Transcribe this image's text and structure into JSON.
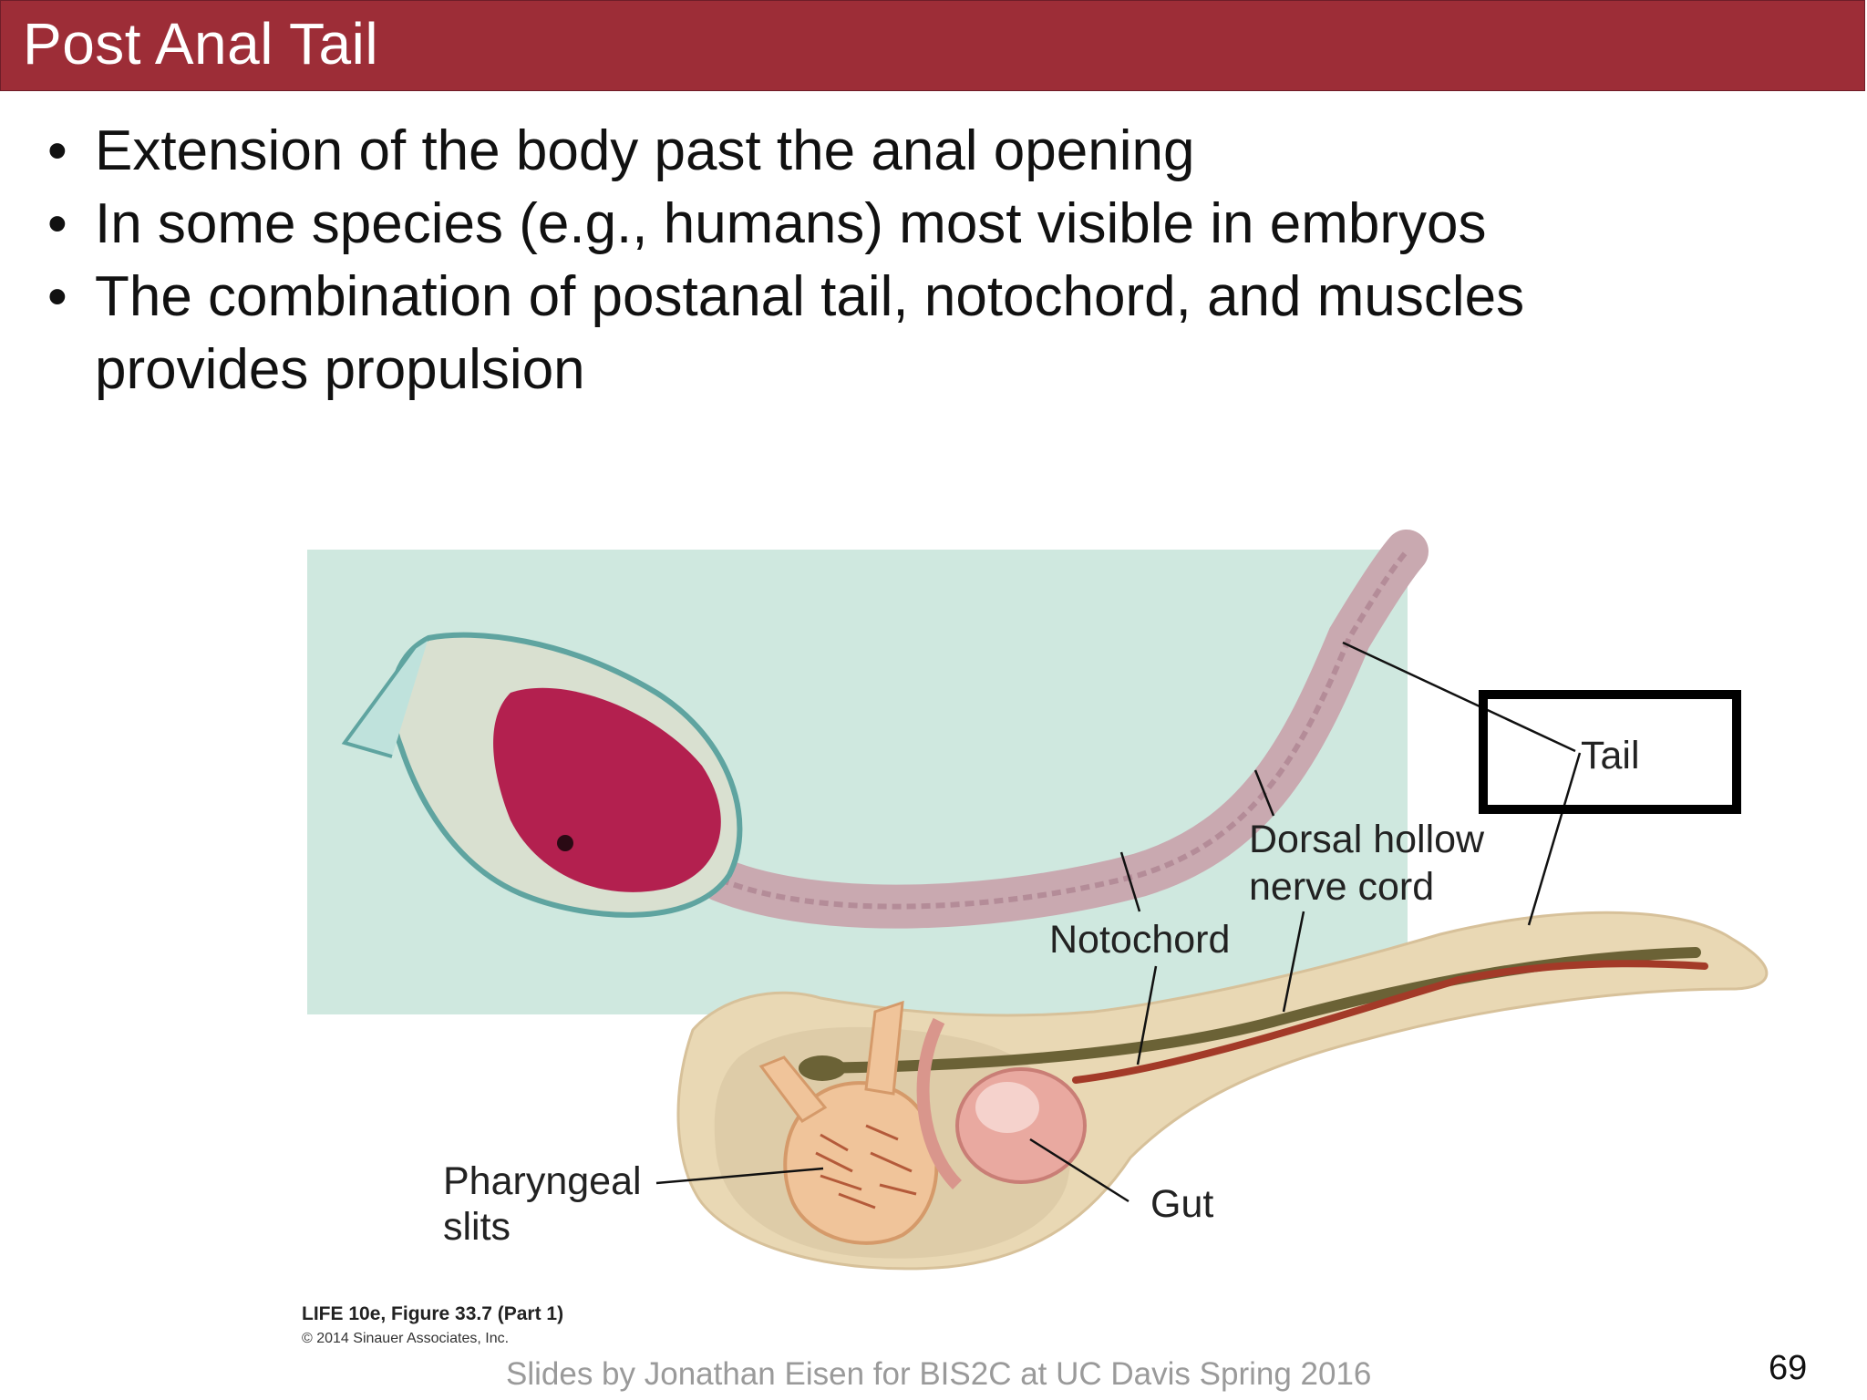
{
  "slide": {
    "title": "Post Anal Tail",
    "bullets": [
      "Extension of the body past the anal opening",
      "In some species (e.g., humans) most visible in embryos",
      "The combination of postanal tail, notochord, and muscles",
      "provides propulsion"
    ],
    "bullet_glyph": "•"
  },
  "figure": {
    "labels": {
      "tail": "Tail",
      "nerve_cord_line1": "Dorsal hollow",
      "nerve_cord_line2": "nerve cord",
      "notochord": "Notochord",
      "pharyngeal_line1": "Pharyngeal",
      "pharyngeal_line2": "slits",
      "gut": "Gut"
    },
    "credit_title": "LIFE 10e, Figure 33.7 (Part 1)",
    "credit_copyright": "© 2014 Sinauer Associates, Inc.",
    "photo_bg_color": "#cfe8df",
    "body_color": "#e9d8b4",
    "nerve_cord_color": "#a33a28",
    "notochord_color": "#6b6236",
    "larva_head_color": "#b3204f"
  },
  "footer": {
    "text": "Slides by Jonathan Eisen for BIS2C at UC Davis Spring 2016",
    "page_number": "69"
  }
}
